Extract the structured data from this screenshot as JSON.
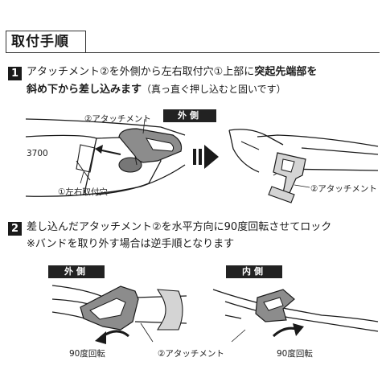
{
  "header": {
    "title": "取付手順"
  },
  "step1": {
    "number": "1",
    "line1_a": "アタッチメント②を外側から左右取付穴①上部に",
    "line1_b": "突起先端部を",
    "line2_a": "斜め下から差し込みます",
    "line2_b": "（真っ直ぐ押し込むと固いです）",
    "tag_outer": "外側",
    "label_attachment_left": "②アタッチメント",
    "label_hole": "①左右取付穴",
    "label_attachment_right": "②アタッチメント",
    "model_number": "3700"
  },
  "step2": {
    "number": "2",
    "line1": "差し込んだアタッチメント②を水平方向に90度回転させてロック",
    "line2": "※バンドを取り外す場合は逆手順となります",
    "tag_outer": "外側",
    "tag_inner": "内側",
    "label_rotate_left": "90度回転",
    "label_attachment": "②アタッチメント",
    "label_rotate_right": "90度回転"
  },
  "colors": {
    "ink": "#1a1a1a",
    "part_gray": "#8c8c8c",
    "part_light": "#d4d4d4"
  }
}
